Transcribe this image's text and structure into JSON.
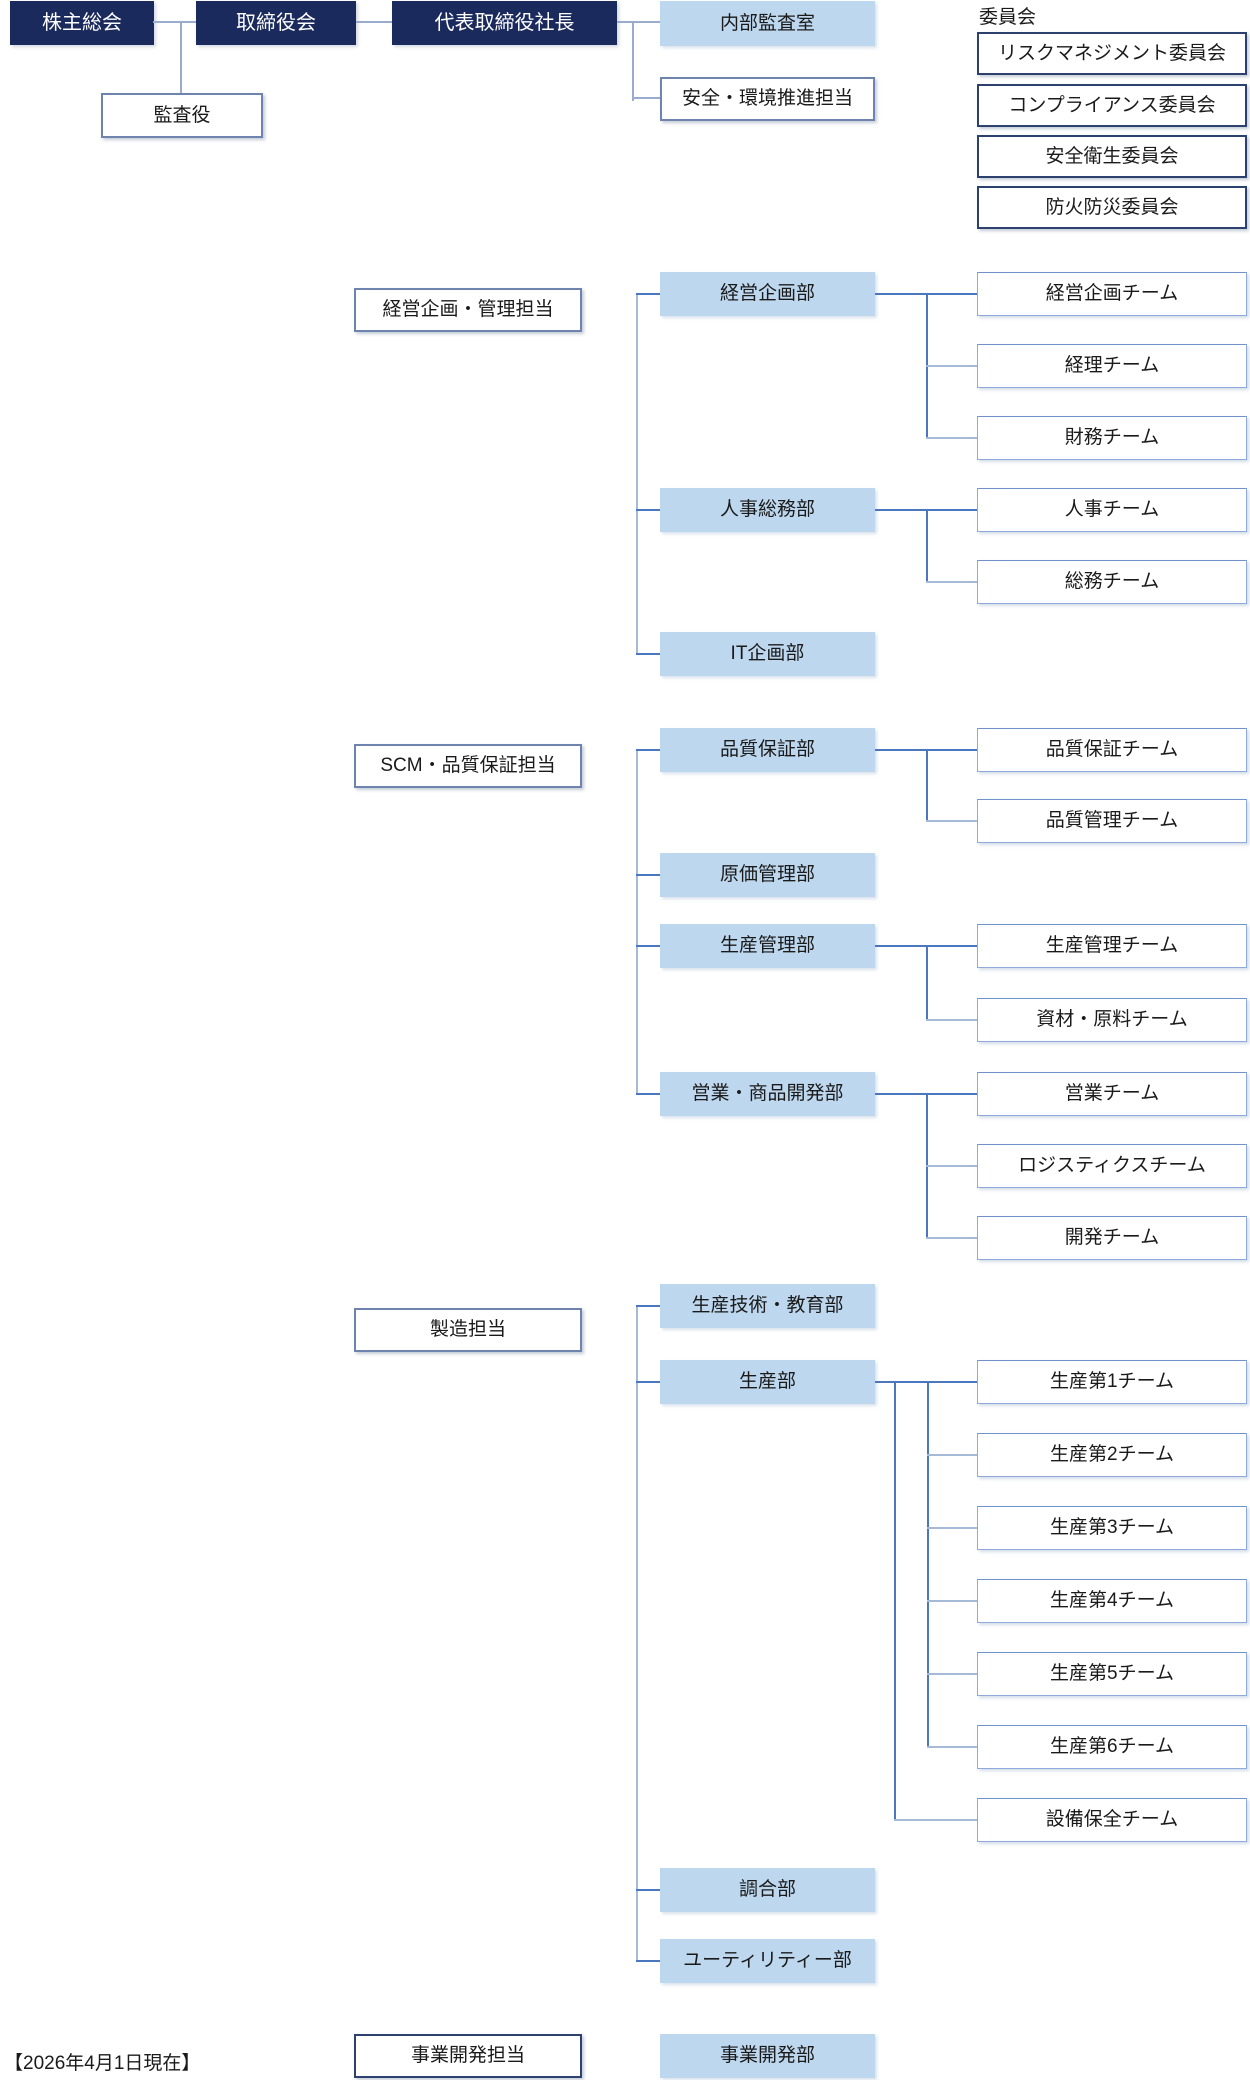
{
  "as_of": "【2026年4月1日現在】",
  "top_row": {
    "shareholders": "株主総会",
    "board": "取締役会",
    "president": "代表取締役社長",
    "auditor": "監査役",
    "internal_audit": "内部監査室",
    "safety_env": "安全・環境推進担当"
  },
  "committees": {
    "label": "委員会",
    "items": [
      "リスクマネジメント委員会",
      "コンプライアンス委員会",
      "安全衛生委員会",
      "防火防災委員会"
    ]
  },
  "sections": [
    {
      "head": "経営企画・管理担当",
      "departments": [
        {
          "name": "経営企画部",
          "teams": [
            "経営企画チーム",
            "経理チーム",
            "財務チーム"
          ]
        },
        {
          "name": "人事総務部",
          "teams": [
            "人事チーム",
            "総務チーム"
          ]
        },
        {
          "name": "IT企画部",
          "teams": []
        }
      ]
    },
    {
      "head": "SCM・品質保証担当",
      "departments": [
        {
          "name": "品質保証部",
          "teams": [
            "品質保証チーム",
            "品質管理チーム"
          ]
        },
        {
          "name": "原価管理部",
          "teams": []
        },
        {
          "name": "生産管理部",
          "teams": [
            "生産管理チーム",
            "資材・原料チーム"
          ]
        },
        {
          "name": "営業・商品開発部",
          "teams": [
            "営業チーム",
            "ロジスティクスチーム",
            "開発チーム"
          ]
        }
      ]
    },
    {
      "head": "製造担当",
      "departments": [
        {
          "name": "生産技術・教育部",
          "teams": []
        },
        {
          "name": "生産部",
          "teams": [
            "生産第1チーム",
            "生産第2チーム",
            "生産第3チーム",
            "生産第4チーム",
            "生産第5チーム",
            "生産第6チーム",
            "設備保全チーム"
          ]
        },
        {
          "name": "調合部",
          "teams": []
        },
        {
          "name": "ユーティリティー部",
          "teams": []
        }
      ]
    },
    {
      "head": "事業開発担当",
      "departments": [
        {
          "name": "事業開発部",
          "teams": []
        }
      ]
    }
  ],
  "colors": {
    "navy": "#1a2a5c",
    "light_blue": "#bdd7ee",
    "line_dark": "#4a78c0",
    "line_light": "#a6bad8",
    "border_slate": "#6e84ae",
    "border_dark": "#2c4170"
  }
}
